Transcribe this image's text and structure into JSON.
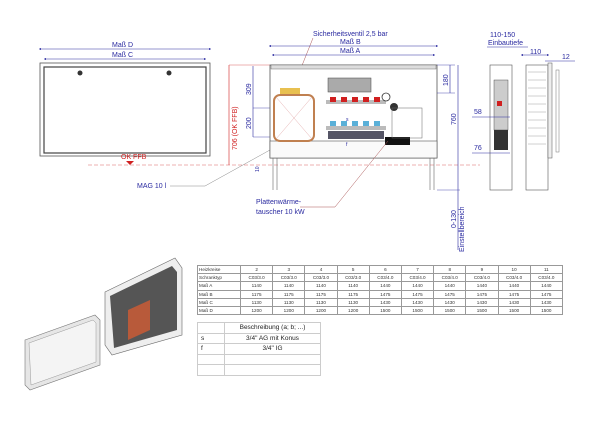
{
  "front_view": {
    "dim_outer": "Maß D",
    "dim_inner": "Maß C",
    "floor_label": "OK FFB",
    "height_label": "706 (OK FFB)",
    "dim_309": "309",
    "dim_200": "200",
    "dim_10": "10",
    "mag_label": "MAG 10 l"
  },
  "main_view": {
    "valve_label": "Sicherheitsventil 2,5 bar",
    "dim_outer": "Maß B",
    "dim_inner": "Maß A",
    "dim_180": "180",
    "dim_760": "760",
    "adjust_range": "0-130",
    "adjust_label": "Einstellbereich",
    "hx_label_1": "Plattenwärme-",
    "hx_label_2": "tauscher 10 kW",
    "mark_s": "s",
    "mark_f": "f"
  },
  "side_view": {
    "depth_range": "110-150",
    "depth_label": "Einbautiefe",
    "dim_110": "110",
    "dim_12": "12",
    "dim_58": "58",
    "dim_76": "76"
  },
  "size_table": {
    "rows": [
      {
        "label": "Heizkreise",
        "values": [
          "2",
          "3",
          "4",
          "5",
          "6",
          "7",
          "8",
          "9",
          "10",
          "11"
        ]
      },
      {
        "label": "Schranktyp",
        "values": [
          "C03/3.0",
          "C03/3.0",
          "C03/3.0",
          "C03/3.0",
          "C03/4.0",
          "C03/4.0",
          "C03/4.0",
          "C03/4.0",
          "C03/4.0",
          "C03/4.0"
        ]
      },
      {
        "label": "Maß A",
        "values": [
          "1140",
          "1140",
          "1140",
          "1140",
          "1440",
          "1440",
          "1440",
          "1440",
          "1440",
          "1440"
        ]
      },
      {
        "label": "Maß B",
        "values": [
          "1175",
          "1175",
          "1175",
          "1175",
          "1475",
          "1475",
          "1475",
          "1475",
          "1475",
          "1475"
        ]
      },
      {
        "label": "Maß C",
        "values": [
          "1130",
          "1130",
          "1130",
          "1130",
          "1430",
          "1430",
          "1430",
          "1430",
          "1430",
          "1430"
        ]
      },
      {
        "label": "Maß D",
        "values": [
          "1200",
          "1200",
          "1200",
          "1200",
          "1500",
          "1500",
          "1500",
          "1500",
          "1500",
          "1500"
        ]
      }
    ]
  },
  "connection_table": {
    "header": "Beschreibung (a; b; ...)",
    "rows": [
      {
        "key": "s",
        "desc": "3/4\" AG mit Konus"
      },
      {
        "key": "f",
        "desc": "3/4\" IG"
      },
      {
        "key": "",
        "desc": ""
      },
      {
        "key": "",
        "desc": ""
      }
    ]
  },
  "colors": {
    "dim": "#2a2aa0",
    "red": "#d02020",
    "line": "#555555"
  }
}
